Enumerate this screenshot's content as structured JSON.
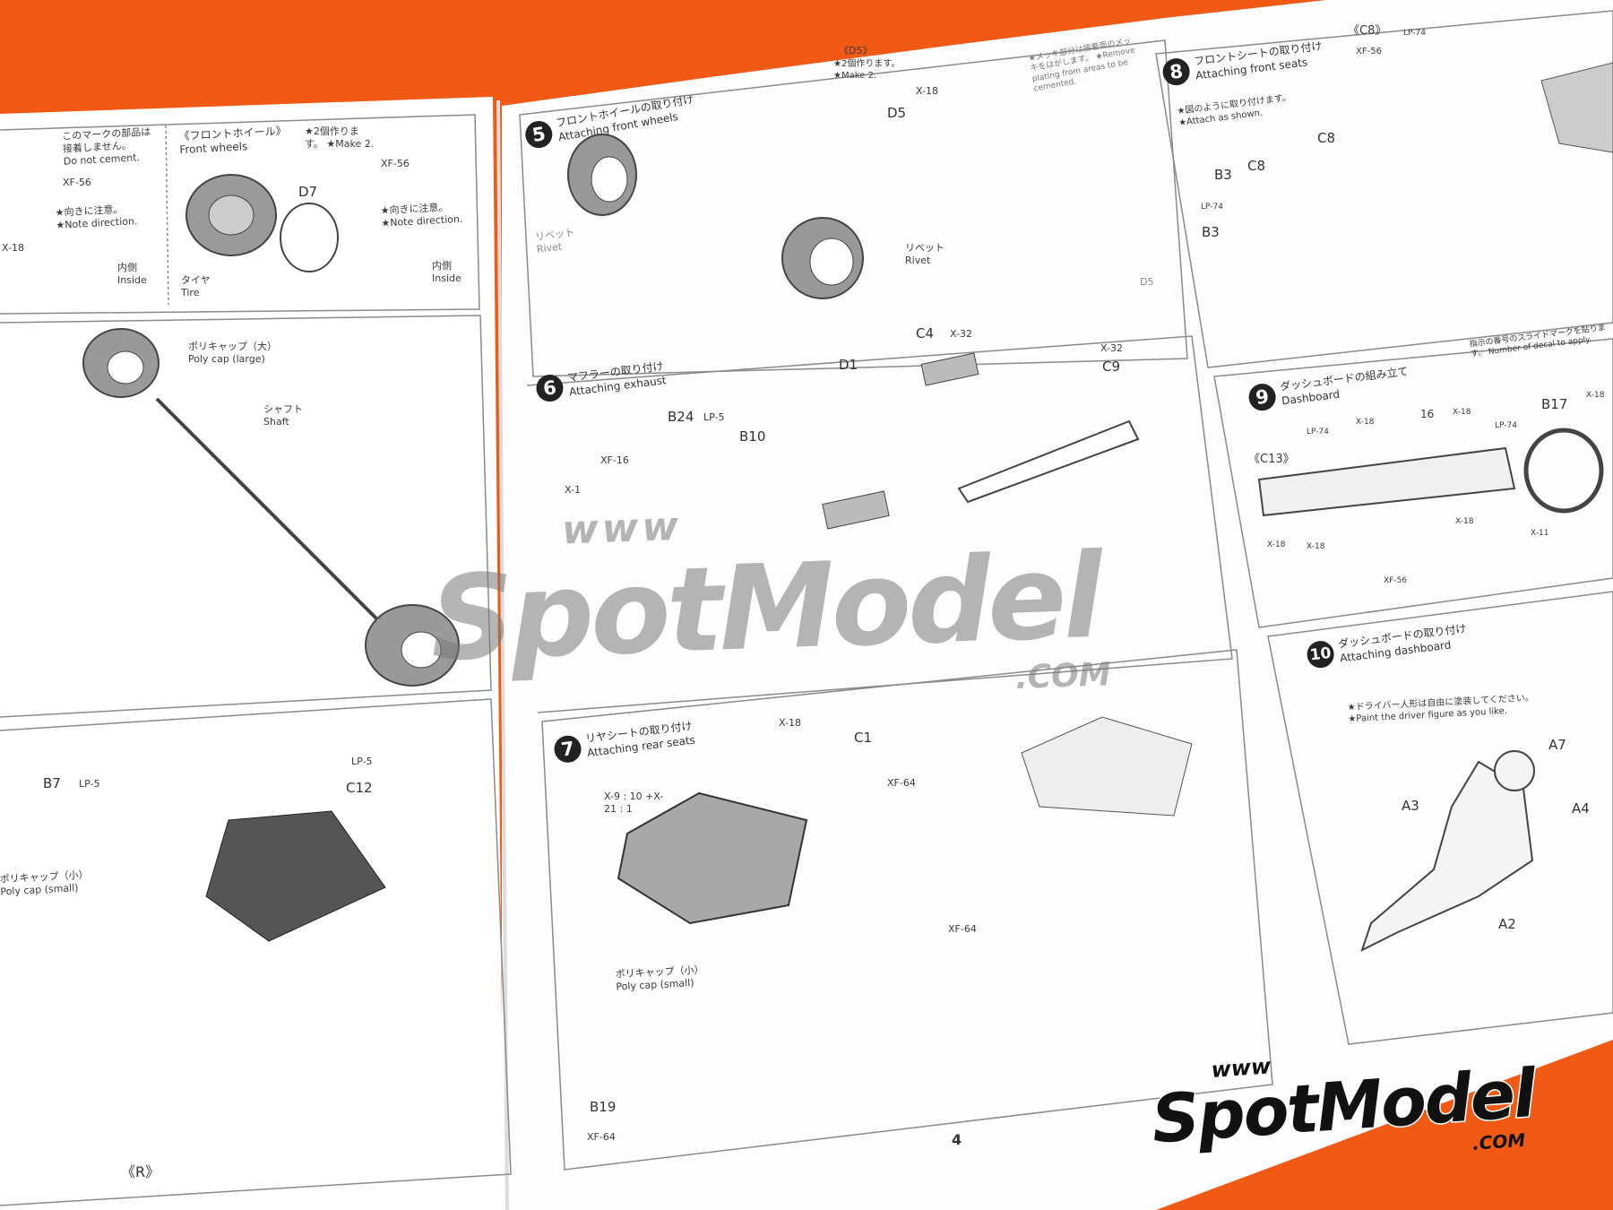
{
  "colors": {
    "background": "#f05a14",
    "page": "#ffffff",
    "line": "#9a9a9a",
    "ink": "#333333",
    "watermark": "#787878"
  },
  "left_page": {
    "no_cement": {
      "jp": "このマークの部品は 接着しません。",
      "en": "Do not cement."
    },
    "paint1": "XF-56",
    "paint2": "X-18",
    "note_dir_1": "★向きに注意。 ★Note direction.",
    "inside_1": "内側 Inside",
    "front_wheels": {
      "jp": "《フロントホイール》",
      "en": "Front wheels"
    },
    "make2": "★2個作ります。 ★Make 2.",
    "paint3": "XF-56",
    "part_d7": "D7",
    "tire": "タイヤ Tire",
    "note_dir_2": "★向きに注意。 ★Note direction.",
    "inside_2": "内側 Inside",
    "polycap_large": {
      "jp": "ポリキャップ（大）",
      "en": "Poly cap (large)"
    },
    "shaft": {
      "jp": "シャフト",
      "en": "Shaft"
    },
    "b7": "B7",
    "b7_paint": "LP-5",
    "c12_paint": "LP-5",
    "c12": "C12",
    "polycap_small": {
      "jp": "ポリキャップ（小）",
      "en": "Poly cap (small)"
    },
    "r_mark": "《R》"
  },
  "steps": [
    {
      "number": "5",
      "title_jp": "フロントホイールの取り付け",
      "title_en": "Attaching front wheels",
      "d5_box": "《D5》",
      "d5_make": "★2個作ります。 ★Make 2.",
      "d5_paint": "X-18",
      "d5": "D5",
      "plating": "★メッキ部分は接着面のメッキをはがします。 ★Remove plating from areas to be cemented.",
      "rivet_left": "リベット Rivet",
      "rivet_right": "リベット Rivet",
      "d5_b": "D5"
    },
    {
      "number": "6",
      "title_jp": "マフラーの取り付け",
      "title_en": "Attaching exhaust",
      "d1": "D1",
      "c4": "C4",
      "c4_paint": "X-32",
      "c9_paint": "X-32",
      "c9": "C9",
      "b24": "B24",
      "b24_paint": "LP-5",
      "b10": "B10",
      "xf16": "XF-16",
      "x1": "X-1"
    },
    {
      "number": "7",
      "title_jp": "リヤシートの取り付け",
      "title_en": "Attaching rear seats",
      "x18": "X-18",
      "c1": "C1",
      "xf64": "XF-64",
      "mix": "X-9 : 10 +X-21 : 1",
      "polycap_jp": "ポリキャップ（小）",
      "polycap_en": "Poly cap (small)",
      "b19": "B19",
      "b19_paint": "XF-64",
      "xf64_b": "XF-64"
    },
    {
      "number": "8",
      "title_jp": "フロントシートの取り付け",
      "title_en": "Attaching front seats",
      "c8_box": "《C8》",
      "c8_paint": "XF-56",
      "c8_paint2": "LP-74",
      "attach_note": "★図のように取り付けます。 ★Attach as shown.",
      "b3": "B3",
      "c8": "C8",
      "c8_b": "C8",
      "b3_paint": "LP-74",
      "b3_b": "B3"
    },
    {
      "number": "9",
      "title_jp": "ダッシュボードの組み立て",
      "title_en": "Dashboard",
      "decal_note": "指示の番号のスライドマークを貼ります。 Number of decal to apply.",
      "c13": "《C13》",
      "lp74_a": "LP-74",
      "x18_a": "X-18",
      "decal16": "16",
      "x18_b": "X-18",
      "lp74_b": "LP-74",
      "b17": "B17",
      "x18_c": "X-18",
      "x18_d": "X-18",
      "x18_e": "X-18",
      "x18_f": "X-18",
      "xf56": "XF-56",
      "x11": "X-11"
    },
    {
      "number": "10",
      "title_jp": "ダッシュボードの取り付け",
      "title_en": "Attaching dashboard",
      "paint_note": "★ドライバー人形は自由に塗装してください。 ★Paint the driver figure as you like.",
      "a7": "A7",
      "a3": "A3",
      "a4": "A4",
      "a2": "A2"
    }
  ],
  "page_number": "4",
  "watermark": {
    "www": "www",
    "brand": "SpotModel",
    "com": ".COM"
  }
}
